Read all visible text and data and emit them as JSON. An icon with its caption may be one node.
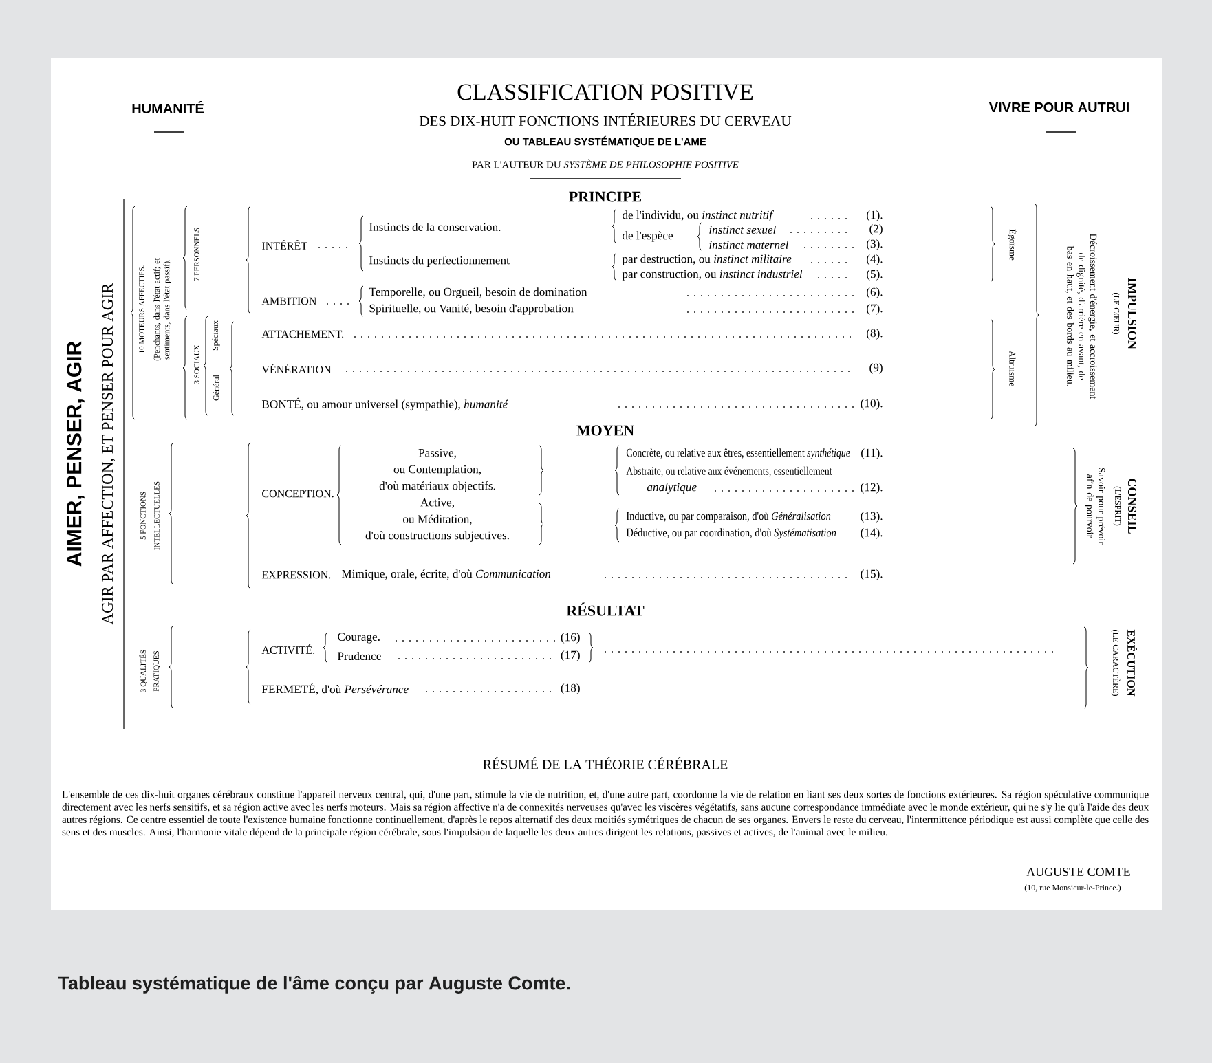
{
  "diagram": {
    "title": "CLASSIFICATION POSITIVE",
    "caption": "Tableau systématique de l'âme conçu par Auguste Comte.",
    "labels": [
      "HUMANITÉ",
      "VIVRE POUR AUTRUI",
      "DES DIX-HUIT FONCTIONS INTÉRIEURES DU CERVEAU",
      "OU TABLEAU SYSTÉMATIQUE DE L'AME",
      "PAR L'AUTEUR DU *SYSTÈME DE PHILOSOPHIE POSITIVE*",
      "PRINCIPE",
      "AIMER, PENSER, AGIR",
      "AGIR PAR AFFECTION, ET PENSER POUR AGIR",
      "10 MOTEURS AFFECTIFS.",
      "(Penchants, dans l'état actif; et sentiments, dans l'état passif).",
      "7 PERSONNELS",
      "3 SOCIAUX",
      "Spéciaux",
      "Général",
      "INTÉRÊT",
      "Instincts de la conservation.",
      "Instincts du perfectionnement",
      "de l'individu, ou *instinct nutritif*",
      "(1).",
      "de l'espèce",
      "instinct sexuel",
      "(2)",
      "instinct maternel",
      "(3).",
      "par destruction, ou *instinct militaire*",
      "(4).",
      "par construction, ou *instinct industriel*",
      "(5).",
      "AMBITION",
      "Temporelle, ou Orgueil, besoin de domination",
      "(6).",
      "Spirituelle, ou Vanité, besoin d'approbation",
      "(7).",
      "ATTACHEMENT.",
      "(8).",
      "VÉNÉRATION",
      "(9)",
      "BONTÉ, ou amour universel (sympathie), *humanité*",
      "(10).",
      "Égoïsme",
      "Altruisme",
      "Décroissement d'énergie, et accroissement de dignité, d'arrière en avant, de bas en haut, et des bords au milieu.",
      "(LE CŒUR)",
      "IMPULSION",
      "MOYEN",
      "5 FONCTIONS",
      "INTELLECTUELLES",
      "CONCEPTION.",
      "Passive,",
      "ou Contemplation,",
      "d'où matériaux objectifs.",
      "Active,",
      "ou Méditation,",
      "d'où constructions subjectives.",
      "Concrète, ou relative aux êtres, essentiellement *synthétique*",
      "(11).",
      "Abstraite, ou relative aux événements, essentiellement",
      "analytique",
      "(12).",
      "Inductive, ou par comparaison, d'où *Généralisation*",
      "(13).",
      "Déductive, ou par coordination, d'où *Systématisation*",
      "(14).",
      "(L'ESPRIT)",
      "CONSEIL",
      "Savoir pour prévoir afin de pourvoir",
      "EXPRESSION.",
      "Mimique, orale, écrite, d'où *Communication*",
      "(15).",
      "RÉSULTAT",
      "3 QUALITÉS",
      "PRATIQUES",
      "ACTIVITÉ.",
      "Courage.",
      "(16)",
      "Prudence",
      "(17)",
      "FERMETÉ, d'où *Persévérance*",
      "(18)",
      "(LE CARACTÈRE)",
      "EXÉCUTION",
      "RÉSUMÉ DE LA THÉORIE CÉRÉBRALE",
      "L'ensemble de ces dix-huit organes cérébraux constitue l'appareil nerveux central, qui, d'une part, stimule la vie de nutrition, et, d'une autre part, coordonne la vie de relation en liant ses deux sortes de fonctions extérieures. Sa région spéculative communique directement avec les nerfs sensitifs, et sa région active avec les nerfs moteurs. Mais sa région affective n'a de connexités nerveuses qu'avec les viscères végétatifs, sans aucune correspondance immédiate avec le monde extérieur, qui ne s'y lie qu'à l'aide des deux autres régions. Ce centre essentiel de toute l'existence humaine fonctionne continuellement, d'après le repos alternatif des deux moitiés symétriques de chacun de ses organes. Envers le reste du cerveau, l'intermittence périodique est aussi complète que celle des sens et des muscles. Ainsi, l'harmonie vitale dépend de la principale région cérébrale, sous l'impulsion de laquelle les deux autres dirigent les relations, passives et actives, de l'animal avec le milieu.",
      "AUGUSTE COMTE",
      "(10, rue Monsieur-le-Prince.)"
    ]
  }
}
